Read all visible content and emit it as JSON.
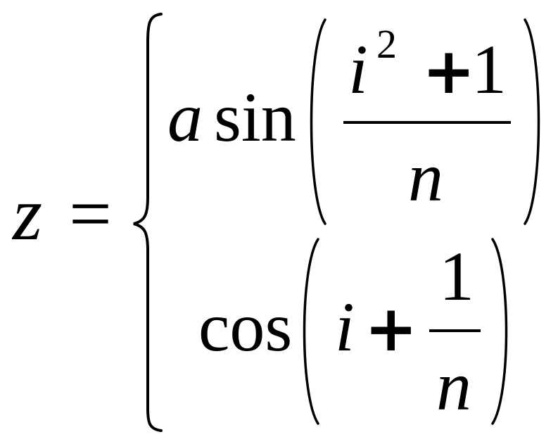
{
  "formula": {
    "lhs_var": "z",
    "equals": "=",
    "case_top": {
      "coefficient": "a",
      "func": "sin",
      "numerator_base": "i",
      "numerator_exponent": "2",
      "numerator_plus": "+",
      "numerator_const": "1",
      "denominator": "n"
    },
    "case_bottom": {
      "func": "cos",
      "term": "i",
      "plus": "+",
      "numerator": "1",
      "denominator": "n"
    }
  }
}
